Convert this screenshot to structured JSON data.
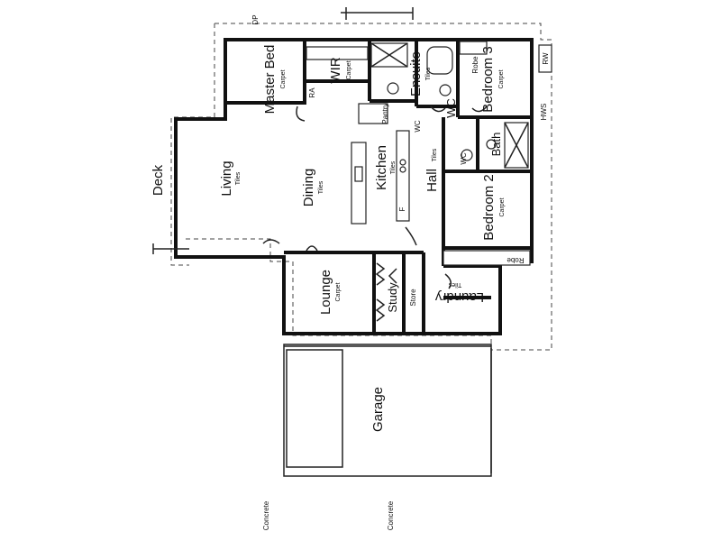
{
  "rooms": {
    "master_bed": {
      "name": "Master Bed",
      "finish": "Carpet"
    },
    "wir": {
      "name": "WIR",
      "finish": "Carpet"
    },
    "ra": {
      "name": "RA"
    },
    "ensuite": {
      "name": "Ensuite",
      "finish": "Tiles"
    },
    "wc_ensuite": {
      "name": "WC"
    },
    "robe_top": {
      "name": "Robe"
    },
    "bedroom3": {
      "name": "Bedroom 3",
      "finish": "Carpet"
    },
    "pantry": {
      "name": "Pantry"
    },
    "wc_hall": {
      "name": "WC"
    },
    "bath": {
      "name": "Bath"
    },
    "wc_bath": {
      "name": "WC"
    },
    "living": {
      "name": "Living",
      "finish": "Tiles"
    },
    "dining": {
      "name": "Dining",
      "finish": "Tiles"
    },
    "kitchen": {
      "name": "Kitchen",
      "finish": "Tiles"
    },
    "fridge": {
      "name": "F"
    },
    "hall": {
      "name": "Hall",
      "finish": "Tiles"
    },
    "bedroom2": {
      "name": "Bedroom 2",
      "finish": "Carpet"
    },
    "robe_bottom": {
      "name": "Robe"
    },
    "deck": {
      "name": "Deck"
    },
    "lounge": {
      "name": "Lounge",
      "finish": "Carpet"
    },
    "study": {
      "name": "Study"
    },
    "store": {
      "name": "Store"
    },
    "laundry": {
      "name": "Laundry",
      "finish": "Tiles"
    },
    "garage": {
      "name": "Garage"
    }
  },
  "external": {
    "dp": "DP",
    "rw": "RW",
    "hws": "HWS",
    "concrete_left": "Concrete",
    "concrete_right": "Concrete"
  }
}
